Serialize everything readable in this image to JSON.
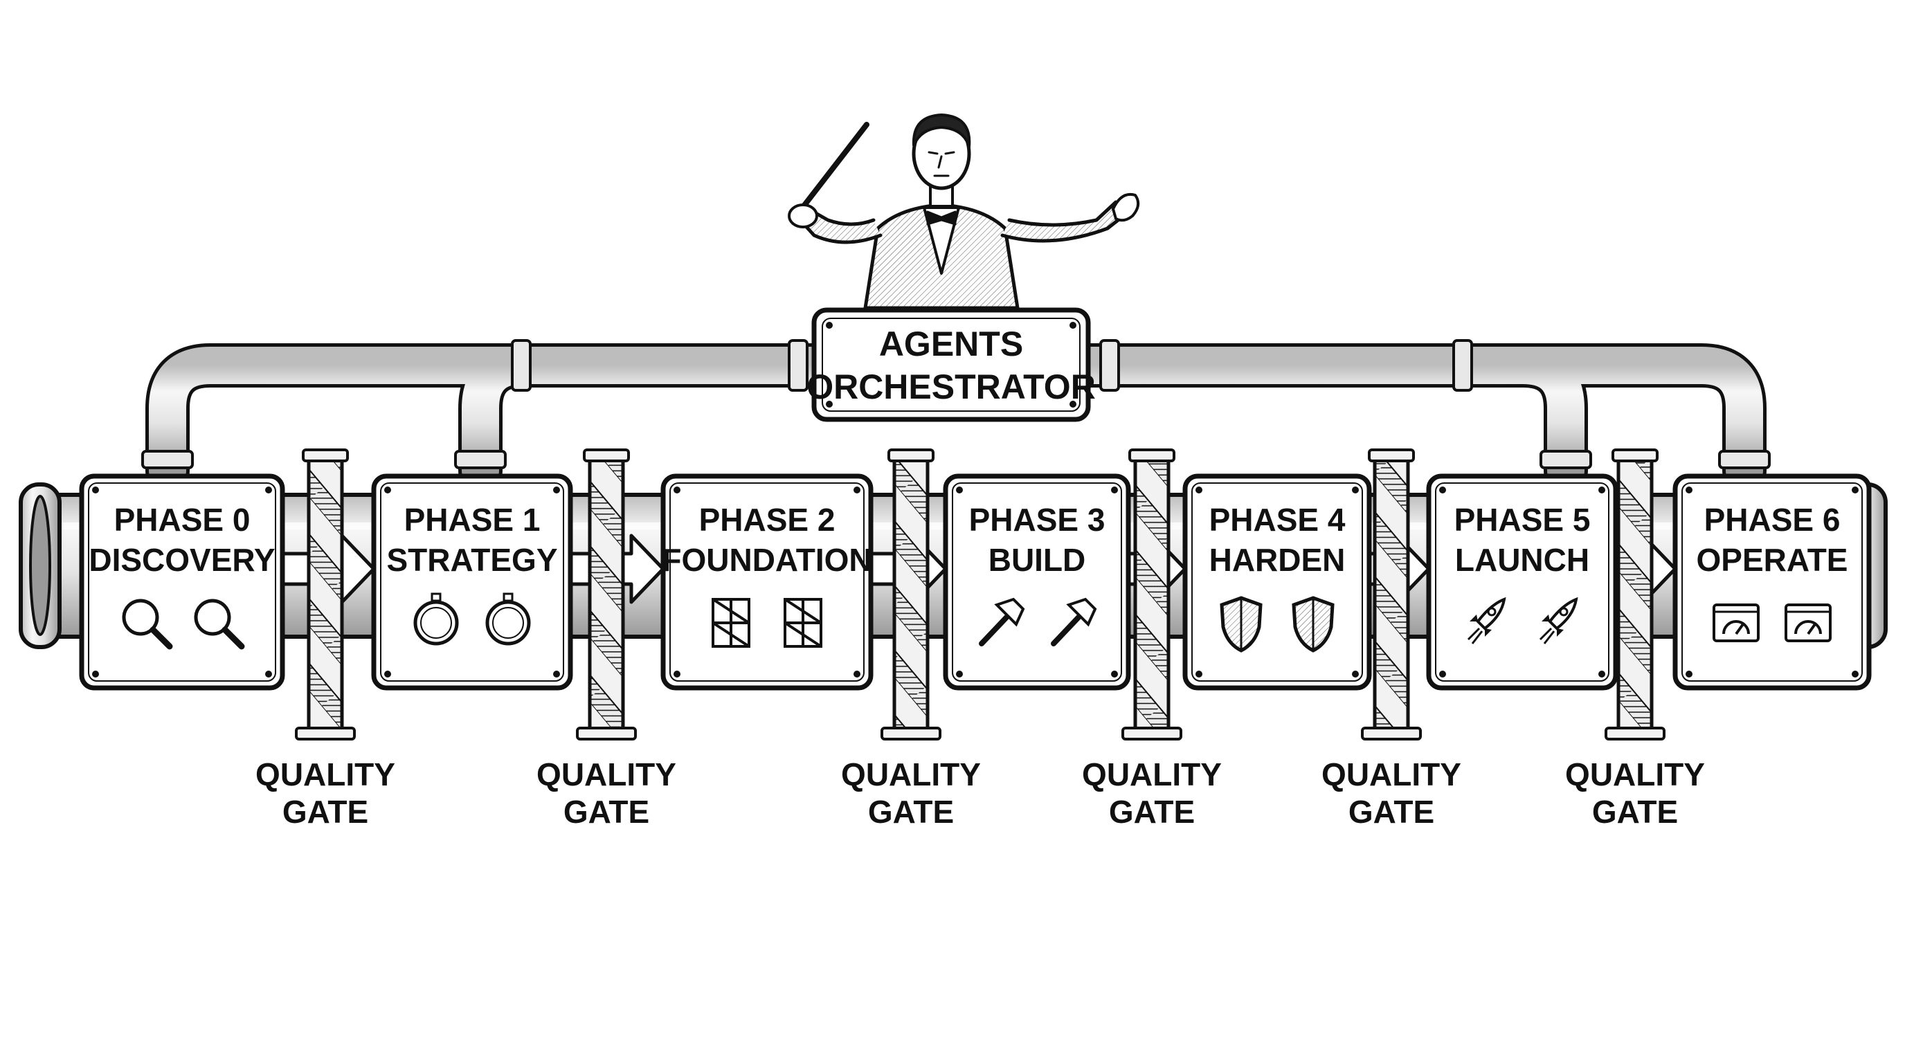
{
  "orchestrator": {
    "lines": [
      "AGENTS",
      "ORCHESTRATOR"
    ]
  },
  "phases": [
    {
      "number": "PHASE 0",
      "name": "DISCOVERY",
      "icon": "magnifier-icon"
    },
    {
      "number": "PHASE 1",
      "name": "STRATEGY",
      "icon": "compass-icon"
    },
    {
      "number": "PHASE 2",
      "name": "FOUNDATION",
      "icon": "scaffold-icon"
    },
    {
      "number": "PHASE 3",
      "name": "BUILD",
      "icon": "hammer-icon"
    },
    {
      "number": "PHASE 4",
      "name": "HARDEN",
      "icon": "shield-icon"
    },
    {
      "number": "PHASE 5",
      "name": "LAUNCH",
      "icon": "rocket-icon"
    },
    {
      "number": "PHASE 6",
      "name": "OPERATE",
      "icon": "dashboard-icon"
    }
  ],
  "gates": [
    {
      "line1": "QUALITY",
      "line2": "GATE"
    },
    {
      "line1": "QUALITY",
      "line2": "GATE"
    },
    {
      "line1": "QUALITY",
      "line2": "GATE"
    },
    {
      "line1": "QUALITY",
      "line2": "GATE"
    },
    {
      "line1": "QUALITY",
      "line2": "GATE"
    },
    {
      "line1": "QUALITY",
      "line2": "GATE"
    }
  ],
  "colors": {
    "ink": "#111111",
    "paper": "#ffffff",
    "pipe_fill": "#f1f1f1",
    "pipe_shade": "#c9c9c9"
  }
}
